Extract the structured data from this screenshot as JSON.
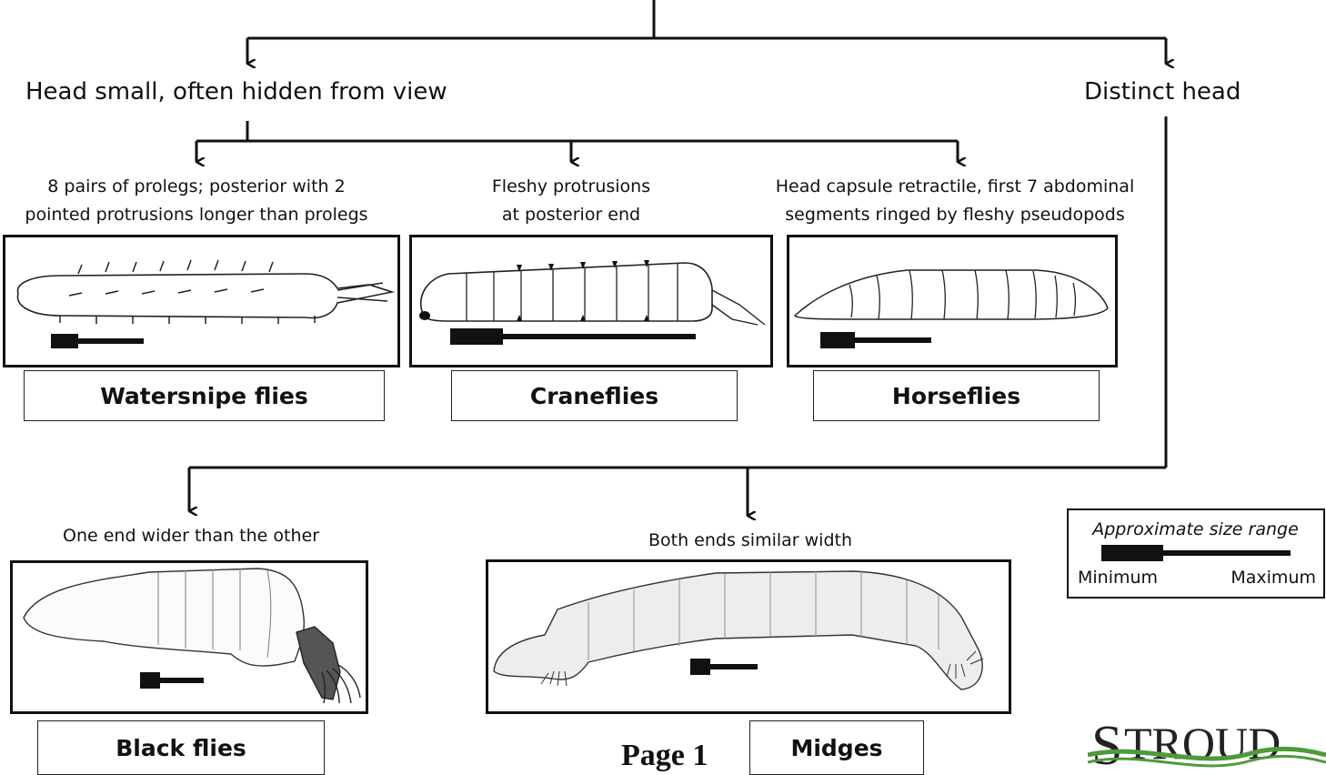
{
  "branches": {
    "head_small": "Head small, often hidden from view",
    "distinct_head": "Distinct head"
  },
  "top_taxa": [
    {
      "criteria_line1": "8 pairs of prolegs; posterior with 2",
      "criteria_line2": "pointed protrusions longer than prolegs",
      "name": "Watersnipe flies"
    },
    {
      "criteria_line1": "Fleshy protrusions",
      "criteria_line2": "at posterior end",
      "name": "Craneflies"
    },
    {
      "criteria_line1": "Head capsule retractile, first 7 abdominal",
      "criteria_line2": "segments ringed by fleshy pseudopods",
      "name": "Horseflies"
    }
  ],
  "bottom_taxa": [
    {
      "criteria": "One end wider than the other",
      "name": "Black flies"
    },
    {
      "criteria": "Both ends similar width",
      "name": "Midges"
    }
  ],
  "legend": {
    "title": "Approximate size range",
    "min_label": "Minimum",
    "max_label": "Maximum"
  },
  "page_label": "Page 1",
  "logo_text": "STROUD",
  "colors": {
    "line": "#111111",
    "black_fly_head": "#555555",
    "logo_green": "#4f9a3b"
  }
}
